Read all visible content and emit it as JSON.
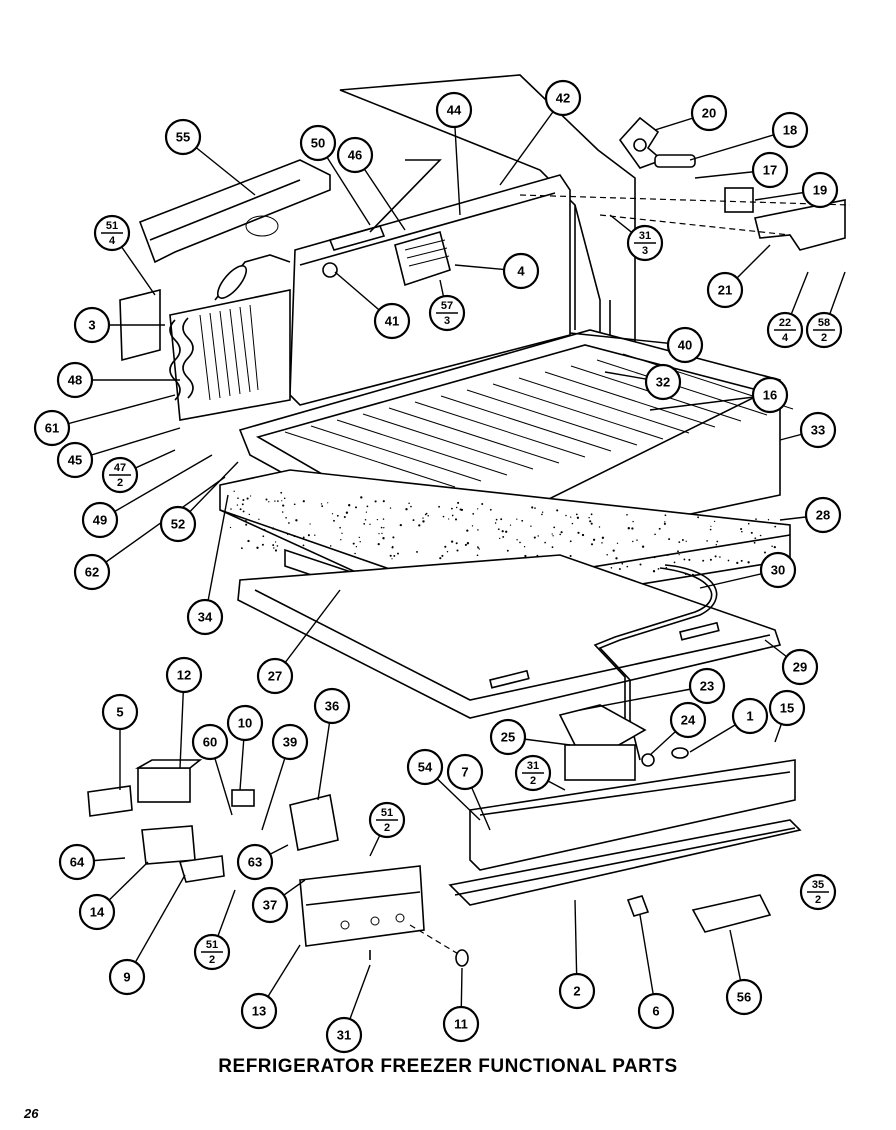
{
  "title": "REFRIGERATOR FREEZER FUNCTIONAL PARTS",
  "page_number": "26",
  "callouts": [
    {
      "id": "55",
      "top": "55"
    },
    {
      "id": "50",
      "top": "50"
    },
    {
      "id": "46a",
      "top": "46"
    },
    {
      "id": "44",
      "top": "44"
    },
    {
      "id": "42",
      "top": "42"
    },
    {
      "id": "20",
      "top": "20"
    },
    {
      "id": "18",
      "top": "18"
    },
    {
      "id": "17",
      "top": "17"
    },
    {
      "id": "19",
      "top": "19"
    },
    {
      "id": "51-4",
      "top": "51",
      "bottom": "4"
    },
    {
      "id": "31-3",
      "top": "31",
      "bottom": "3"
    },
    {
      "id": "4",
      "top": "4"
    },
    {
      "id": "21",
      "top": "21"
    },
    {
      "id": "22-4",
      "top": "22",
      "bottom": "4"
    },
    {
      "id": "58-2",
      "top": "58",
      "bottom": "2"
    },
    {
      "id": "3",
      "top": "3"
    },
    {
      "id": "41",
      "top": "41"
    },
    {
      "id": "57-3",
      "top": "57",
      "bottom": "3"
    },
    {
      "id": "40",
      "top": "40"
    },
    {
      "id": "48",
      "top": "48"
    },
    {
      "id": "32",
      "top": "32"
    },
    {
      "id": "16",
      "top": "16"
    },
    {
      "id": "61",
      "top": "61"
    },
    {
      "id": "33",
      "top": "33"
    },
    {
      "id": "45",
      "top": "45"
    },
    {
      "id": "47-2",
      "top": "47",
      "bottom": "2"
    },
    {
      "id": "28",
      "top": "28"
    },
    {
      "id": "49",
      "top": "49"
    },
    {
      "id": "52",
      "top": "52"
    },
    {
      "id": "62",
      "top": "62"
    },
    {
      "id": "34",
      "top": "34"
    },
    {
      "id": "30",
      "top": "30"
    },
    {
      "id": "27",
      "top": "27"
    },
    {
      "id": "29",
      "top": "29"
    },
    {
      "id": "12",
      "top": "12"
    },
    {
      "id": "5a",
      "top": "5"
    },
    {
      "id": "10",
      "top": "10"
    },
    {
      "id": "36",
      "top": "36"
    },
    {
      "id": "60",
      "top": "60"
    },
    {
      "id": "39",
      "top": "39"
    },
    {
      "id": "23",
      "top": "23"
    },
    {
      "id": "25",
      "top": "25"
    },
    {
      "id": "24",
      "top": "24"
    },
    {
      "id": "1",
      "top": "1"
    },
    {
      "id": "15",
      "top": "15"
    },
    {
      "id": "54",
      "top": "54"
    },
    {
      "id": "7",
      "top": "7"
    },
    {
      "id": "31-2a",
      "top": "31",
      "bottom": "2"
    },
    {
      "id": "64",
      "top": "64"
    },
    {
      "id": "63",
      "top": "63"
    },
    {
      "id": "51-2a",
      "top": "51",
      "bottom": "2"
    },
    {
      "id": "14",
      "top": "14"
    },
    {
      "id": "37",
      "top": "37"
    },
    {
      "id": "35-2",
      "top": "35",
      "bottom": "2"
    },
    {
      "id": "9",
      "top": "9"
    },
    {
      "id": "51-2b",
      "top": "51",
      "bottom": "2"
    },
    {
      "id": "13",
      "top": "13"
    },
    {
      "id": "31",
      "top": "31"
    },
    {
      "id": "11",
      "top": "11"
    },
    {
      "id": "2",
      "top": "2"
    },
    {
      "id": "6",
      "top": "6"
    },
    {
      "id": "56",
      "top": "56"
    }
  ]
}
